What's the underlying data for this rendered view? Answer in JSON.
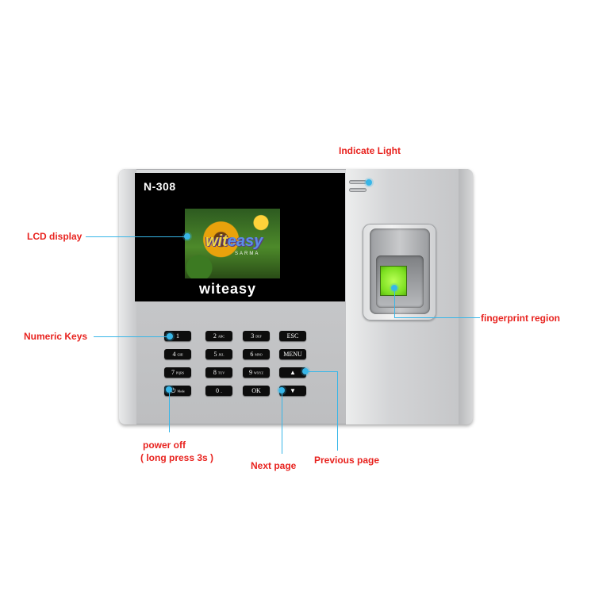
{
  "device": {
    "model": "N-308",
    "screen_brand": "witeasy",
    "photo_logo_a": "wit",
    "photo_logo_b": "easy",
    "photo_logo_sub": "SARMA"
  },
  "keypad": {
    "rows": [
      [
        {
          "main": "1",
          "sub": ""
        },
        {
          "main": "2",
          "sub": "ABC"
        },
        {
          "main": "3",
          "sub": "DEF"
        },
        {
          "main": "ESC",
          "sub": ""
        }
      ],
      [
        {
          "main": "4",
          "sub": "GHI"
        },
        {
          "main": "5",
          "sub": "JKL"
        },
        {
          "main": "6",
          "sub": "MNO"
        },
        {
          "main": "MENU",
          "sub": ""
        }
      ],
      [
        {
          "main": "7",
          "sub": "PQRS"
        },
        {
          "main": "8",
          "sub": "TUV"
        },
        {
          "main": "9",
          "sub": "WXYZ"
        },
        {
          "main": "▲",
          "sub": ""
        }
      ],
      [
        {
          "main": "⏻",
          "sub": "Mode"
        },
        {
          "main": "0",
          "sub": "_"
        },
        {
          "main": "OK",
          "sub": ""
        },
        {
          "main": "▼",
          "sub": ""
        }
      ]
    ]
  },
  "annotations": {
    "indicate_light": "Indicate Light",
    "lcd_display": "LCD display",
    "fingerprint_region": "fingerprint region",
    "numeric_keys": "Numeric Keys",
    "power_off": "power off",
    "power_off_note": "( long press 3s )",
    "next_page": "Next page",
    "previous_page": "Previous page"
  },
  "colors": {
    "label": "#e8231f",
    "leader": "#38b6e8",
    "sensor": "#7de021"
  },
  "icons": [
    "power-icon",
    "up-arrow-icon",
    "down-arrow-icon"
  ]
}
